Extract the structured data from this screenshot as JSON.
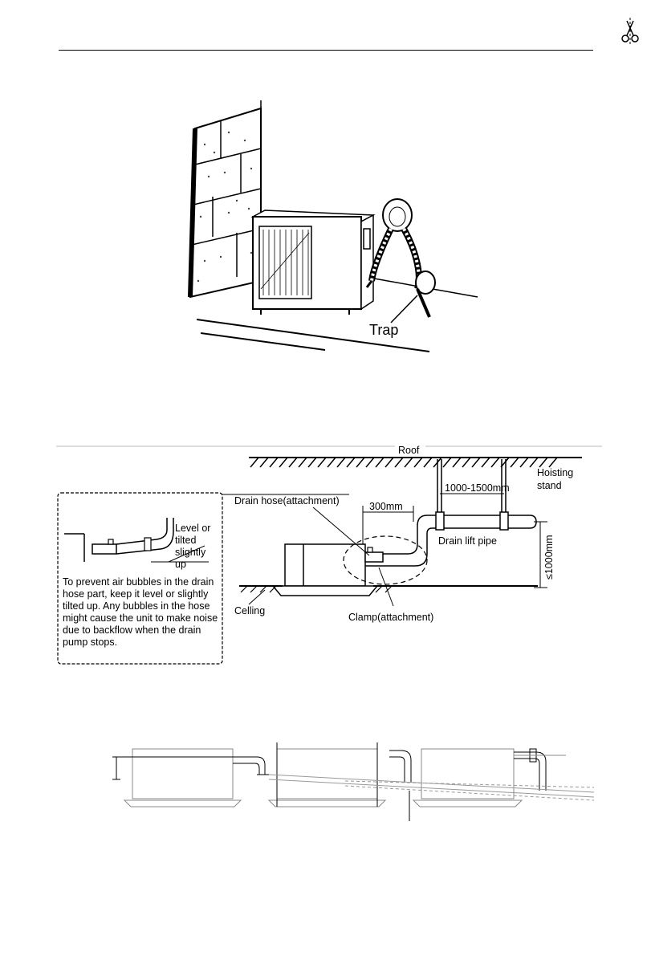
{
  "figure1": {
    "trap_label": "Trap"
  },
  "figure2": {
    "roof_label": "Roof",
    "hoisting_label_line1": "Hoisting",
    "hoisting_label_line2": "stand",
    "dim_hoist_spacing": "1000-1500mm",
    "dim_offset": "300mm",
    "dim_height": "≤1000mm",
    "drain_hose_label": "Drain hose(attachment)",
    "drain_lift_label": "Drain lift pipe",
    "ceiling_label": "Celling",
    "clamp_label": "Clamp(attachment)",
    "inset": {
      "level_line1": "Level or",
      "level_line2": "tilted",
      "level_line3": "slightly",
      "level_line4": "up",
      "note": "To prevent air bubbles in the drain hose part, keep it level or slightly tilted up. Any bubbles in the hose might cause the unit to make noise due to backflow when the drain pump stops."
    }
  },
  "icons": {
    "header": "scissors-icon"
  }
}
